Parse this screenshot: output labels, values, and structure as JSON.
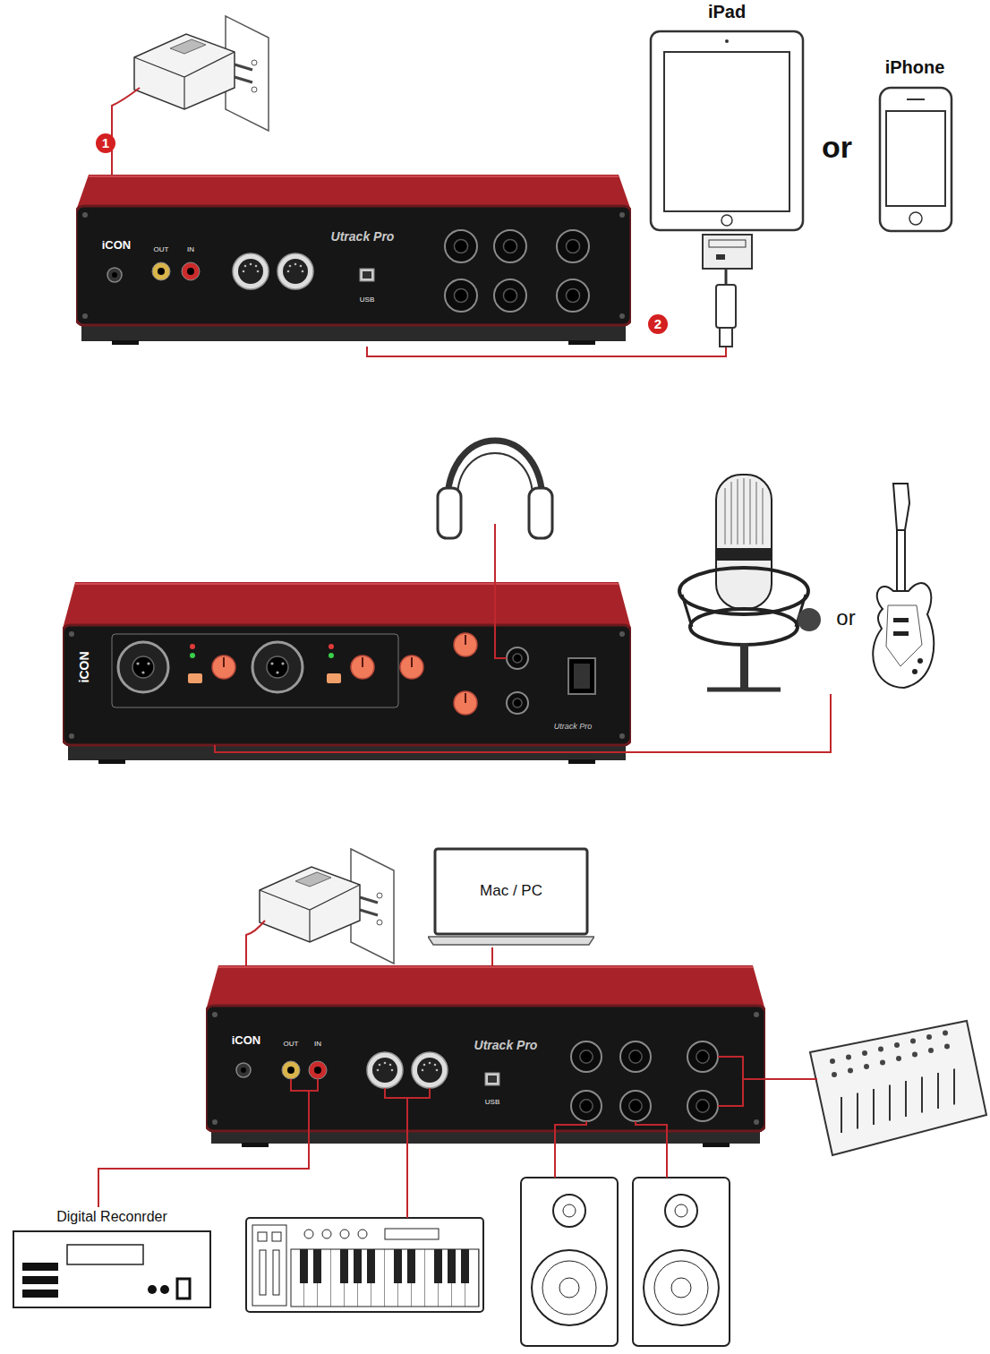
{
  "diagram": {
    "nodes": [
      {
        "text": [
          "iPad"
        ]
      },
      {
        "text": [
          "iPhone"
        ]
      },
      {
        "text": [
          "iCON",
          "OUT",
          "IN",
          "Utrack Pro",
          "USB"
        ]
      },
      {
        "text": [
          "iCON",
          "Utrack Pro"
        ]
      },
      {
        "text": [
          "Mac / PC"
        ]
      },
      {
        "text": [
          "iCON",
          "OUT",
          "IN",
          "Utrack Pro",
          "USB"
        ]
      },
      {
        "text": [
          "Digital Reconrder"
        ]
      }
    ],
    "edges": [
      {
        "from": 2,
        "to": 0,
        "arrow": "none"
      },
      {
        "from": 4,
        "to": 5,
        "arrow": "none"
      },
      {
        "from": 5,
        "to": 6,
        "arrow": "none"
      }
    ],
    "labels": [
      "1",
      "2",
      "or",
      "or"
    ]
  }
}
